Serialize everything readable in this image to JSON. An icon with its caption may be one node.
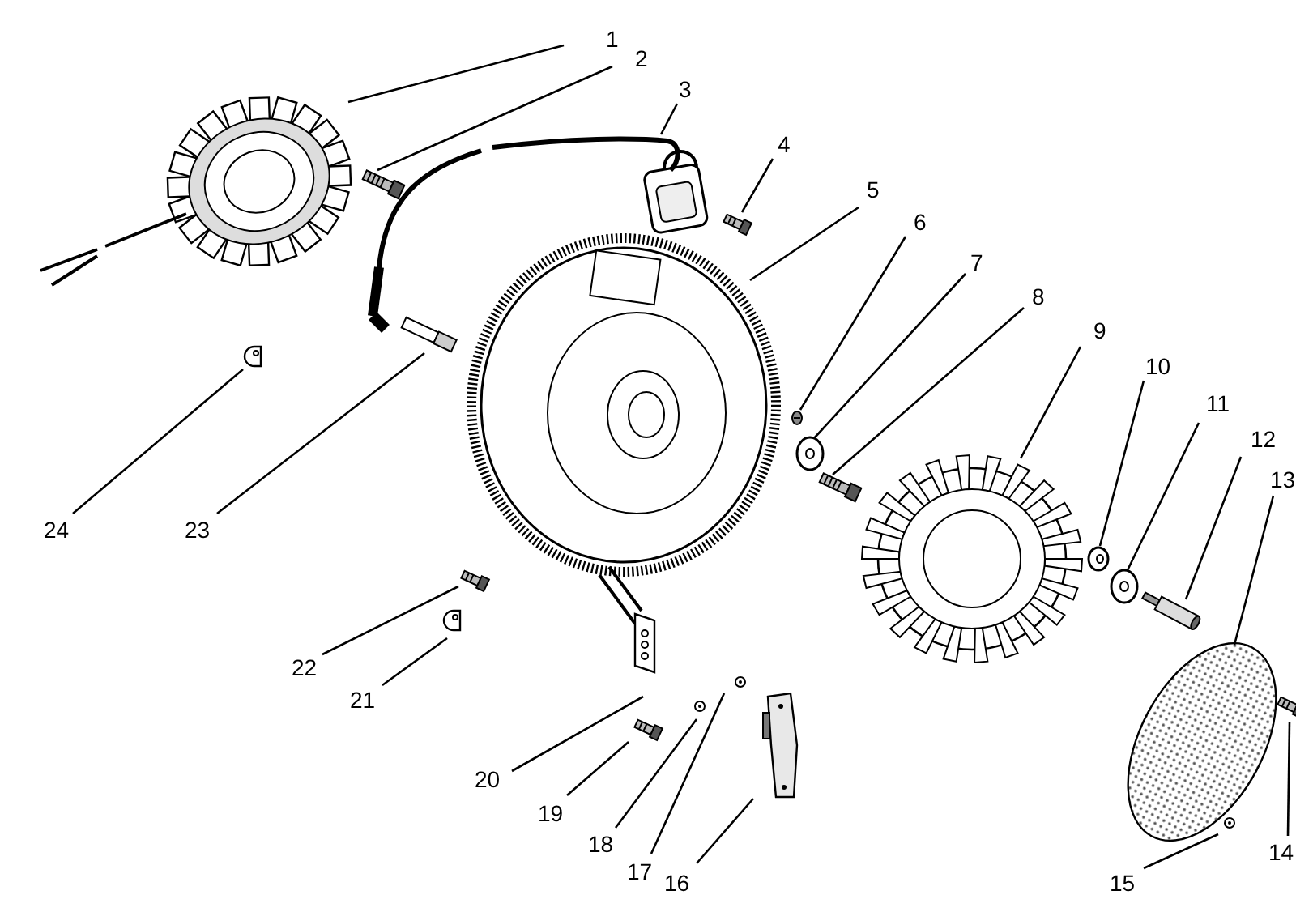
{
  "diagram": {
    "nodes": [
      {
        "text": [
          "1"
        ]
      },
      {
        "text": [
          "2"
        ]
      },
      {
        "text": [
          "3"
        ]
      },
      {
        "text": [
          "4"
        ]
      },
      {
        "text": [
          "5"
        ]
      },
      {
        "text": [
          "6"
        ]
      },
      {
        "text": [
          "7"
        ]
      },
      {
        "text": [
          "8"
        ]
      },
      {
        "text": [
          "9"
        ]
      },
      {
        "text": [
          "10"
        ]
      },
      {
        "text": [
          "11"
        ]
      },
      {
        "text": [
          "12"
        ]
      },
      {
        "text": [
          "13"
        ]
      },
      {
        "text": [
          "14"
        ]
      },
      {
        "text": [
          "15"
        ]
      },
      {
        "text": [
          "16"
        ]
      },
      {
        "text": [
          "17"
        ]
      },
      {
        "text": [
          "18"
        ]
      },
      {
        "text": [
          "19"
        ]
      },
      {
        "text": [
          "20"
        ]
      },
      {
        "text": [
          "21"
        ]
      },
      {
        "text": [
          "22"
        ]
      },
      {
        "text": [
          "23"
        ]
      },
      {
        "text": [
          "24"
        ]
      },
      {
        "text": [],
        "shape": "picture"
      },
      {
        "text": [],
        "shape": "picture"
      },
      {
        "text": [],
        "shape": "picture"
      },
      {
        "text": [],
        "shape": "picture"
      },
      {
        "text": [],
        "shape": "picture"
      },
      {
        "text": [],
        "shape": "picture"
      },
      {
        "text": [],
        "shape": "picture"
      },
      {
        "text": [],
        "shape": "picture"
      },
      {
        "text": [],
        "shape": "picture"
      },
      {
        "text": [],
        "shape": "picture"
      },
      {
        "text": [],
        "shape": "picture"
      },
      {
        "text": [],
        "shape": "picture"
      },
      {
        "text": [],
        "shape": "picture"
      },
      {
        "text": [],
        "shape": "picture"
      },
      {
        "text": [],
        "shape": "picture"
      },
      {
        "text": [],
        "shape": "picture"
      },
      {
        "text": [],
        "shape": "picture"
      },
      {
        "text": [],
        "shape": "picture"
      },
      {
        "text": [],
        "shape": "picture"
      },
      {
        "text": [],
        "shape": "picture"
      },
      {
        "text": [],
        "shape": "picture"
      },
      {
        "text": [],
        "shape": "picture"
      },
      {
        "text": [],
        "shape": "picture"
      },
      {
        "text": [],
        "shape": "picture"
      }
    ],
    "edges": [
      {
        "from": 0,
        "to": 24,
        "arrow": "none"
      },
      {
        "from": 1,
        "to": 25,
        "arrow": "none"
      },
      {
        "from": 2,
        "to": 26,
        "arrow": "none"
      },
      {
        "from": 3,
        "to": 27,
        "arrow": "none"
      },
      {
        "from": 4,
        "to": 28,
        "arrow": "none"
      },
      {
        "from": 5,
        "to": 29,
        "arrow": "none"
      },
      {
        "from": 6,
        "to": 30,
        "arrow": "none"
      },
      {
        "from": 7,
        "to": 31,
        "arrow": "none"
      },
      {
        "from": 8,
        "to": 32,
        "arrow": "none"
      },
      {
        "from": 9,
        "to": 33,
        "arrow": "none"
      },
      {
        "from": 10,
        "to": 34,
        "arrow": "none"
      },
      {
        "from": 11,
        "to": 35,
        "arrow": "none"
      },
      {
        "from": 12,
        "to": 36,
        "arrow": "none"
      },
      {
        "from": 13,
        "to": 37,
        "arrow": "none"
      },
      {
        "from": 14,
        "to": 38,
        "arrow": "none"
      },
      {
        "from": 15,
        "to": 39,
        "arrow": "none"
      },
      {
        "from": 16,
        "to": 40,
        "arrow": "none"
      },
      {
        "from": 17,
        "to": 41,
        "arrow": "none"
      },
      {
        "from": 18,
        "to": 42,
        "arrow": "none"
      },
      {
        "from": 19,
        "to": 43,
        "arrow": "none"
      },
      {
        "from": 20,
        "to": 44,
        "arrow": "none"
      },
      {
        "from": 21,
        "to": 45,
        "arrow": "none"
      },
      {
        "from": 22,
        "to": 46,
        "arrow": "none"
      },
      {
        "from": 23,
        "to": 47,
        "arrow": "none"
      }
    ]
  }
}
